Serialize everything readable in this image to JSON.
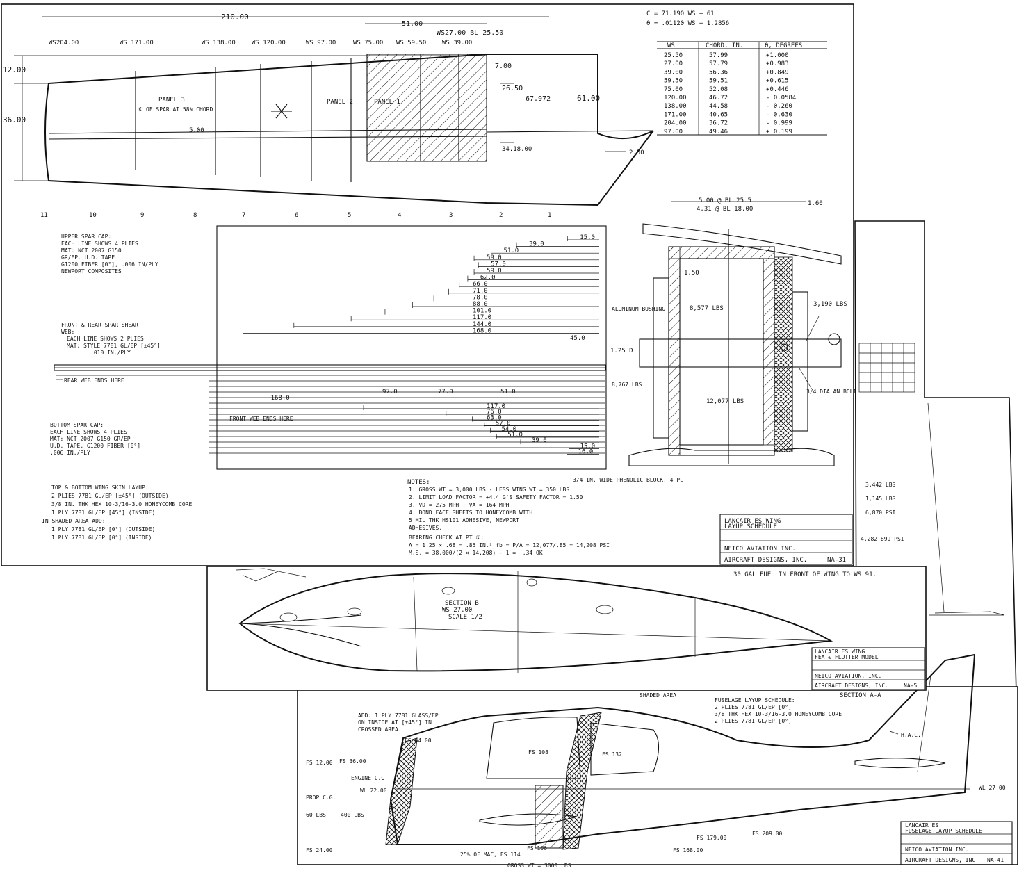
{
  "sheet1": {
    "dims": {
      "overall": "210.00",
      "span_51": "51.00",
      "ws27_bl": "WS27.00  BL 25.50",
      "root_12": "12.00",
      "root_36": "36.00",
      "d_7": "7.00",
      "d_2650": "26.50",
      "d_67972": "67.972",
      "d_61": "61.00",
      "d_500": "5.00",
      "d_3418": "34.18.00",
      "d_260": "2.50"
    },
    "wing_stations": [
      "WS204.00",
      "WS 171.00",
      "WS 138.00",
      "WS 120.00",
      "WS 97.00",
      "WS 75.00",
      "WS 59.50",
      "WS 39.00"
    ],
    "panel_labels": {
      "p3": "PANEL 3",
      "p2": "PANEL 2",
      "p1": "PANEL 1",
      "spar_note": "℄ OF SPAR AT 58% CHORD"
    },
    "rib_numbers": [
      "11",
      "10",
      "9",
      "8",
      "7",
      "6",
      "5",
      "4",
      "3",
      "2",
      "1"
    ],
    "formula1": "C = 71.190 WS + 61",
    "formula2": "θ = .01120 WS + 1.2856",
    "table": {
      "headers": [
        "WS",
        "CHORD, IN.",
        "θ, DEGREES"
      ],
      "rows": [
        [
          "25.50",
          "57.99",
          "+1.000"
        ],
        [
          "27.00",
          "57.79",
          "+0.983"
        ],
        [
          "39.00",
          "56.36",
          "+0.849"
        ],
        [
          "59.50",
          "59.51",
          "+0.615"
        ],
        [
          "75.00",
          "52.08",
          "+0.446"
        ],
        [
          "120.00",
          "46.72",
          "- 0.0584"
        ],
        [
          "138.00",
          "44.58",
          "- 0.260"
        ],
        [
          "171.00",
          "40.65",
          "- 0.630"
        ],
        [
          "204.00",
          "36.72",
          "- 0.999"
        ],
        [
          "97.00",
          "49.46",
          "+ 0.199"
        ]
      ]
    },
    "upper_cap_note": [
      "UPPER SPAR CAP:",
      "EACH LINE SHOWS 4 PLIES",
      "MAT: NCT 2007 G150",
      "GR/EP. U.D. TAPE",
      "G1200 FIBER [0°], .006 IN/PLY",
      "NEWPORT COMPOSITES"
    ],
    "upper_lens": [
      "15.0",
      "39.0",
      "51.0",
      "59.0",
      "57.0",
      "59.0",
      "62.0",
      "66.0",
      "71.0",
      "78.0",
      "88.0",
      "101.0",
      "117.0",
      "144.0",
      "168.0"
    ],
    "shear_note": [
      "FRONT & REAR SPAR SHEAR",
      "WEB:",
      "EACH LINE SHOWS 2 PLIES",
      "MAT: STYLE 7781 GL/EP [±45°]",
      ".010 IN./PLY"
    ],
    "d_45": "45.0",
    "rear_web": "REAR WEB ENDS HERE",
    "front_web": "FRONT WEB ENDS HERE",
    "web_lens": [
      "168.0",
      "97.0",
      "77.0",
      "51.0"
    ],
    "bottom_cap_note": [
      "BOTTOM SPAR CAP:",
      "EACH LINE SHOWS 4 PLIES",
      "MAT: NCT 2007 G150 GR/EP",
      "U.D. TAPE, G1200 FIBER [0°]",
      ".006 IN./PLY"
    ],
    "bottom_lens": [
      "117.0",
      "76.0",
      "63.0",
      "57.0",
      "54.0",
      "51.0",
      "39.0",
      "15.0",
      "16.0"
    ],
    "skin_note": [
      "TOP & BOTTOM WING SKIN LAYUP:",
      "2 PLIES 7781 GL/EP [±45°] (OUTSIDE)",
      "3/8 IN. THK HEX 10-3/16-3.0 HONEYCOMB CORE",
      "1 PLY 7781 GL/EP [45°] (INSIDE)"
    ],
    "shaded_note": [
      "IN SHADED AREA ADD:",
      "1 PLY 7781 GL/EP [0°] (OUTSIDE)",
      "1 PLY 7781 GL/EP [0°] (INSIDE)"
    ],
    "notes": [
      "NOTES:",
      "1. GROSS WT = 3,000 LBS - LESS WING WT = 350 LBS",
      "2. LIMIT LOAD FACTOR = +4.4 G'S SAFETY FACTOR = 1.50",
      "3. VD = 275 MPH ; VA = 164 MPH",
      "4. BOND FACE SHEETS TO HONEYCOMB WITH",
      "   5 MIL THK HS101 ADHESIVE, NEWPORT",
      "   ADHESIVES."
    ],
    "bearing": [
      "BEARING CHECK AT PT ①:",
      "A = 1.25 × .68 = .85 IN.²   fb = P/A = 12,077/.85 = 14,208 PSI",
      "M.S. = 38,000/(2 × 14,208) - 1 = +.34 OK"
    ],
    "phenolic": "3/4 IN. WIDE PHENOLIC BLOCK, 4 PL",
    "detail": {
      "d1": "5.00 @ BL 25.5",
      "d2": "4.31 @ BL 18.00",
      "d3": "1.60",
      "d4": "1.50",
      "load1": "8,577 LBS",
      "load2": "3,190 LBS",
      "bushing": "ALUMINUM BUSHING",
      "d5": "1.25 D",
      "load3": "8,767 LBS",
      "load4": "12,077 LBS",
      "bolt": "3/4 DIA AN BOLT"
    },
    "title_block": {
      "t1": "LANCAIR ES WING",
      "t2": "LAYUP SCHEDULE",
      "company": "NEICO AVIATION INC.",
      "designer": "AIRCRAFT DESIGNS, INC.",
      "dwg": "NA-31"
    }
  },
  "sheet2": {
    "section": [
      "SECTION B",
      "WS 27.00",
      "SCALE 1/2"
    ],
    "fuel_note": "30 GAL FUEL IN FRONT OF WING TO WS 91.",
    "title_block": {
      "t1": "LANCAIR ES WING",
      "t2": "FEA & FLUTTER MODEL",
      "company": "NEICO AVIATION, INC.",
      "designer": "AIRCRAFT DESIGNS, INC.",
      "dwg": "NA-5"
    }
  },
  "sheet3": {
    "shaded": "SHADED AREA",
    "add_note": [
      "ADD: 1 PLY 7781 GLASS/EP",
      "ON INSIDE AT [±45°] IN",
      "CROSSED AREA."
    ],
    "layup": [
      "FUSELAGE LAYUP SCHEDULE:",
      "2 PLIES 7781 GL/EP [0°]",
      "3/8 THK HEX 10-3/16-3.0 HONEYCOMB CORE",
      "2 PLIES 7781 GL/EP [0°]"
    ],
    "section_aa": "SECTION A-A",
    "fs": [
      "FS 64.00",
      "FS 108",
      "FS 132",
      "FS 12.00",
      "FS 36.00",
      "FS 24.00",
      "FS 106",
      "FS 168.00",
      "FS 179.00",
      "FS 209.00"
    ],
    "engine": "ENGINE C.G.",
    "prop": "PROP C.G.",
    "wl": "WL 22.00",
    "wl2": "WL 27.00",
    "weights": [
      "60 LBS",
      "400 LBS"
    ],
    "mac": "25% OF MAC, FS 114",
    "gross": "GROSS WT = 3000 LBS",
    "ac": "H.A.C.",
    "title_block": {
      "t1": "LANCAIR ES",
      "t2": "FUSELAGE LAYUP SCHEDULE",
      "company": "NEICO AVIATION INC.",
      "designer": "AIRCRAFT DESIGNS, INC.",
      "dwg": "NA-41"
    }
  },
  "sheet4": {
    "loads": [
      "3,442 LBS",
      "1,145 LBS",
      "6,870 PSI",
      "4,282,899 PSI"
    ]
  }
}
